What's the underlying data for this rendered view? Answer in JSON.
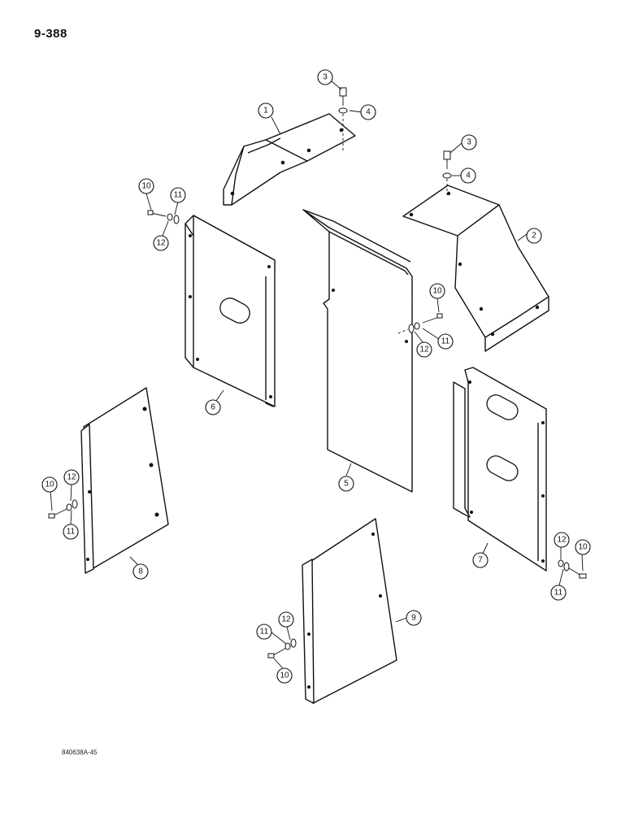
{
  "header": {
    "page_number": "9-388"
  },
  "footer": {
    "reference_code": "840638A-45"
  },
  "callouts": [
    {
      "id": "c1",
      "label": "1"
    },
    {
      "id": "c2",
      "label": "2"
    },
    {
      "id": "c3a",
      "label": "3"
    },
    {
      "id": "c3b",
      "label": "3"
    },
    {
      "id": "c4a",
      "label": "4"
    },
    {
      "id": "c4b",
      "label": "4"
    },
    {
      "id": "c5",
      "label": "5"
    },
    {
      "id": "c6",
      "label": "6"
    },
    {
      "id": "c7",
      "label": "7"
    },
    {
      "id": "c8",
      "label": "8"
    },
    {
      "id": "c9",
      "label": "9"
    },
    {
      "id": "c10a",
      "label": "10"
    },
    {
      "id": "c10b",
      "label": "10"
    },
    {
      "id": "c10c",
      "label": "10"
    },
    {
      "id": "c10d",
      "label": "10"
    },
    {
      "id": "c10e",
      "label": "10"
    },
    {
      "id": "c11a",
      "label": "11"
    },
    {
      "id": "c11b",
      "label": "11"
    },
    {
      "id": "c11c",
      "label": "11"
    },
    {
      "id": "c11d",
      "label": "11"
    },
    {
      "id": "c11e",
      "label": "11"
    },
    {
      "id": "c12a",
      "label": "12"
    },
    {
      "id": "c12b",
      "label": "12"
    },
    {
      "id": "c12c",
      "label": "12"
    },
    {
      "id": "c12d",
      "label": "12"
    },
    {
      "id": "c12e",
      "label": "12"
    }
  ]
}
